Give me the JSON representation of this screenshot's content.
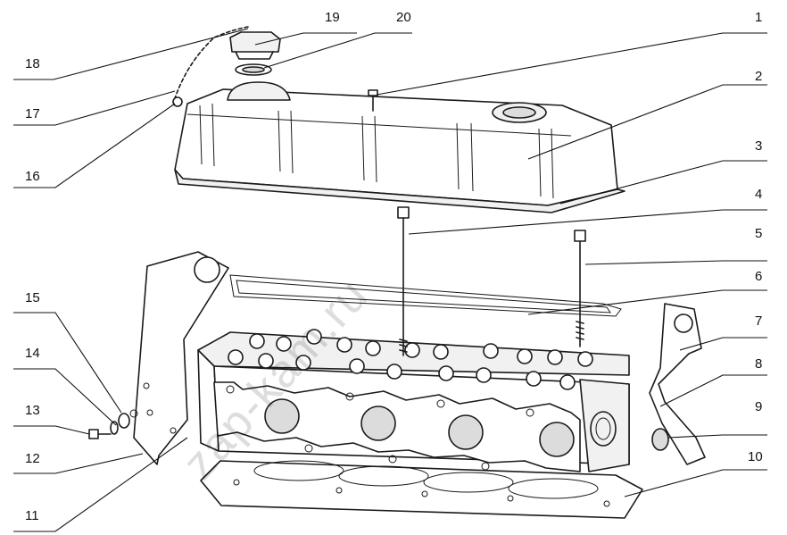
{
  "callouts": [
    {
      "id": "1",
      "label": "1"
    },
    {
      "id": "2",
      "label": "2"
    },
    {
      "id": "3",
      "label": "3"
    },
    {
      "id": "4",
      "label": "4"
    },
    {
      "id": "5",
      "label": "5"
    },
    {
      "id": "6",
      "label": "6"
    },
    {
      "id": "7",
      "label": "7"
    },
    {
      "id": "8",
      "label": "8"
    },
    {
      "id": "9",
      "label": "9"
    },
    {
      "id": "10",
      "label": "10"
    },
    {
      "id": "11",
      "label": "11"
    },
    {
      "id": "12",
      "label": "12"
    },
    {
      "id": "13",
      "label": "13"
    },
    {
      "id": "14",
      "label": "14"
    },
    {
      "id": "15",
      "label": "15"
    },
    {
      "id": "16",
      "label": "16"
    },
    {
      "id": "17",
      "label": "17"
    },
    {
      "id": "18",
      "label": "18"
    },
    {
      "id": "19",
      "label": "19"
    },
    {
      "id": "20",
      "label": "20"
    }
  ],
  "watermark": "zap-kam.ru"
}
